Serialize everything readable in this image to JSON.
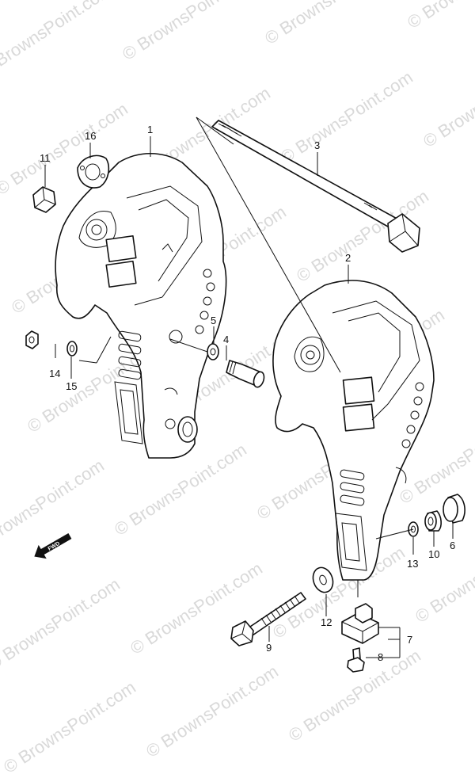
{
  "watermark": "© BrownsPoint.com",
  "direction_indicator": "FWD",
  "callouts": {
    "c1": "1",
    "c2": "2",
    "c3": "3",
    "c4": "4",
    "c5": "5",
    "c6": "6",
    "c7": "7",
    "c8": "8",
    "c9": "9",
    "c10": "10",
    "c11": "11",
    "c12": "12",
    "c13": "13",
    "c14": "14",
    "c15": "15",
    "c16": "16"
  }
}
